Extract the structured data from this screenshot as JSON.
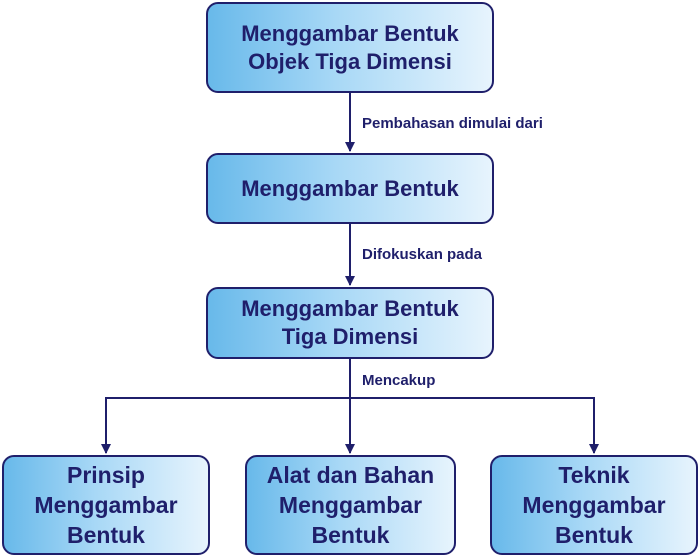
{
  "nodes": {
    "root": {
      "line1": "Menggambar Bentuk",
      "line2": "Objek Tiga Dimensi"
    },
    "second": {
      "line1": "Menggambar Bentuk"
    },
    "third": {
      "line1": "Menggambar Bentuk",
      "line2": "Tiga Dimensi"
    },
    "leaf_left": {
      "line1": "Prinsip",
      "line2": "Menggambar",
      "line3": "Bentuk"
    },
    "leaf_middle": {
      "line1": "Alat dan Bahan",
      "line2": "Menggambar",
      "line3": "Bentuk"
    },
    "leaf_right": {
      "line1": "Teknik",
      "line2": "Menggambar",
      "line3": "Bentuk"
    }
  },
  "edges": {
    "root_to_second": "Pembahasan dimulai dari",
    "second_to_third": "Difokuskan pada",
    "third_to_leaves": "Mencakup"
  },
  "colors": {
    "stroke": "#1f1f6b",
    "text": "#1f1f6b",
    "fill_gradient_start": "#68b9ea",
    "fill_gradient_end": "#e7f4fd"
  }
}
